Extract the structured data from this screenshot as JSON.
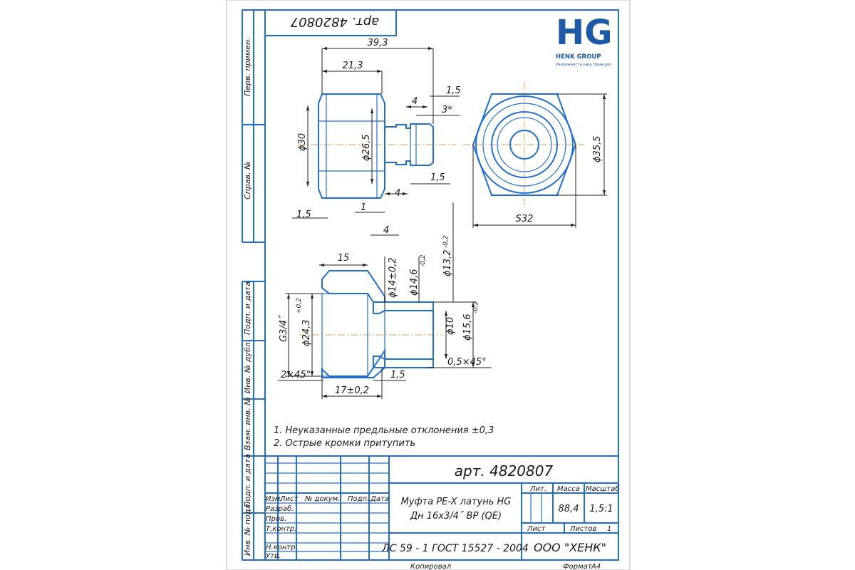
{
  "article_top": "арт. 4820807",
  "logo": {
    "letters": "HG",
    "name": "HENK GROUP",
    "tagline": "Уверенность наш принцип"
  },
  "side_labels": {
    "perv_primen": "Перв. примен.",
    "sprav": "Справ. №",
    "podp_data_1": "Подп. и дата",
    "inv_dubl": "Инв. № дубл.",
    "vzam_inv": "Взам. инв. №",
    "podp_data_2": "Подп. и дата",
    "inv_podl": "Инв. № подл."
  },
  "dims_top": {
    "d39_3": "39,3",
    "d21_3": "21,3",
    "d1_5a": "1,5",
    "d4a": "4",
    "d3s": "3*",
    "d30": "ϕ30",
    "d26_5": "ϕ26,5",
    "d1_5b": "1,5",
    "d4b": "4",
    "d1_5c": "1,5",
    "d1": "1",
    "d4c": "4",
    "d35_5": "ϕ35,5",
    "s32": "S32"
  },
  "dims_section": {
    "d15": "15",
    "d14": "ϕ14±0,2",
    "d14_6": "ϕ14,6",
    "d14_6_tol": "-0,2",
    "d13_2": "ϕ13,2",
    "d13_2_tol": "-0,2",
    "g34": "G3/4˝",
    "d24_3": "ϕ24,3",
    "d24_3_tol": "+0,2",
    "d10": "ϕ10",
    "d15_6": "ϕ15,6",
    "d15_6_tol": "-0,2",
    "ch05": "0,5×45°",
    "ch2": "2×45°",
    "d1_5": "1,5",
    "d17": "17±0,2"
  },
  "notes": [
    "1. Неуказанные предльные отклонения ±0,3",
    "2. Острые кромки притупить"
  ],
  "title_block": {
    "article": "арт. 4820807",
    "hdr_izm": "Изм.",
    "hdr_list": "Лист",
    "hdr_ndokum": "№ докум.",
    "hdr_podp": "Подп.",
    "hdr_data": "Дата",
    "razrab": "Разраб.",
    "prov": "Пров.",
    "tkontr": "Т.контр.",
    "nkontr": "Н.контр.",
    "utv": "Утв.",
    "name_line1": "Муфта PE-X латунь HG",
    "name_line2": "Дн 16х3/4˝ ВР (QE)",
    "lit": "Лит.",
    "massa": "Масса",
    "masshtab": "Масштаб",
    "massa_val": "88,4",
    "masshtab_val": "1,5:1",
    "list": "Лист",
    "listov": "Листов",
    "listov_val": "1",
    "material": "ЛС 59 - 1 ГОСТ 15527 - 2004",
    "company": "ООО \"ХЕНК\"",
    "kopiroval": "Копировал",
    "format": "Формат",
    "format_val": "A4"
  }
}
